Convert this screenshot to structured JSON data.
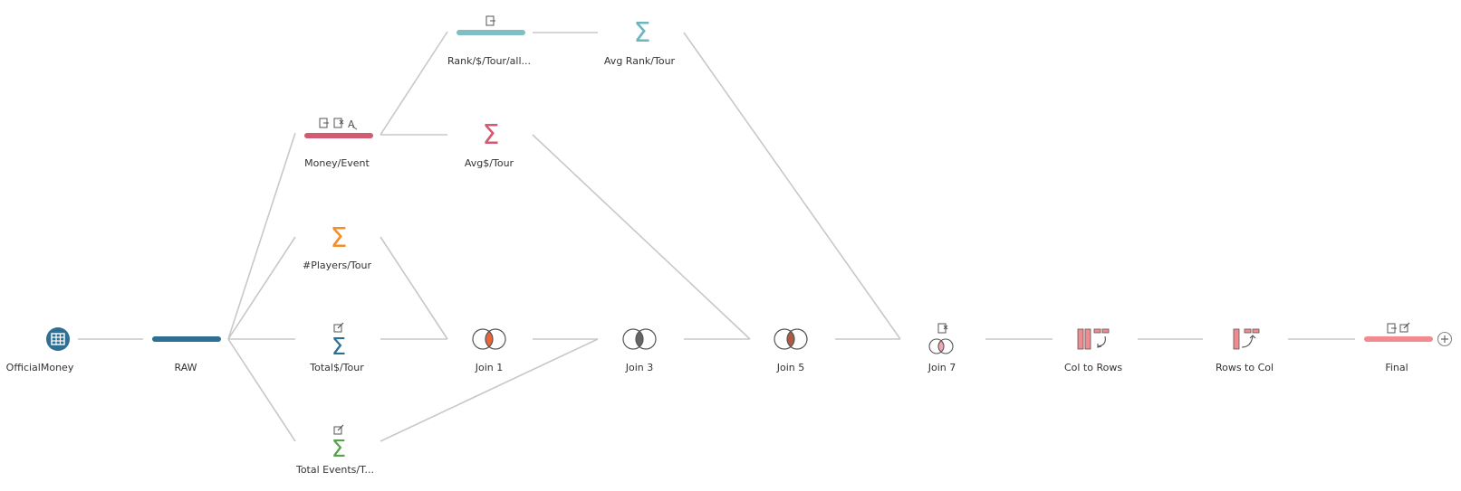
{
  "flow": {
    "nodes": [
      {
        "id": "officialmoney",
        "label": "OfficialMoney",
        "type": "input",
        "color": "#2e6f94"
      },
      {
        "id": "raw",
        "label": "RAW",
        "type": "clean",
        "color": "#2e6f94",
        "annotations": []
      },
      {
        "id": "money-event",
        "label": "Money/Event",
        "type": "clean",
        "color": "#d25a72",
        "annotations": [
          "filter-icon",
          "filter-remove-icon",
          "rename-icon"
        ]
      },
      {
        "id": "rank-tour",
        "label": "Rank/$/Tour/all...",
        "type": "clean",
        "color": "#7dbfc2",
        "annotations": [
          "filter-icon"
        ]
      },
      {
        "id": "avg-rank-tour",
        "label": "Avg Rank/Tour",
        "type": "aggregate",
        "color": "#6bb5c1"
      },
      {
        "id": "avg-money-tour",
        "label": "Avg$/Tour",
        "type": "aggregate",
        "color": "#d25a72"
      },
      {
        "id": "players-tour",
        "label": "#Players/Tour",
        "type": "aggregate",
        "color": "#f28e2b"
      },
      {
        "id": "total-money-tour",
        "label": "Total$/Tour",
        "type": "aggregate",
        "color": "#2e6f94",
        "annotations": [
          "edit-icon"
        ]
      },
      {
        "id": "total-events-tour",
        "label": "Total Events/T...",
        "type": "aggregate",
        "color": "#59a14f",
        "annotations": [
          "edit-icon"
        ]
      },
      {
        "id": "join1",
        "label": "Join 1",
        "type": "join",
        "color": "#e8663a"
      },
      {
        "id": "join3",
        "label": "Join 3",
        "type": "join",
        "color": "#666666"
      },
      {
        "id": "join5",
        "label": "Join 5",
        "type": "join",
        "color": "#b05a45"
      },
      {
        "id": "join7",
        "label": "Join 7",
        "type": "join",
        "color": "#f4a7ae",
        "annotations": [
          "filter-remove-icon"
        ]
      },
      {
        "id": "col-to-rows",
        "label": "Col to Rows",
        "type": "pivot",
        "color": "#f28b8f"
      },
      {
        "id": "rows-to-col",
        "label": "Rows to Col",
        "type": "pivot",
        "color": "#f28b8f"
      },
      {
        "id": "final",
        "label": "Final",
        "type": "clean",
        "color": "#f28b8f",
        "annotations": [
          "filter-icon",
          "edit-icon"
        ]
      }
    ],
    "add_step_icon": "plus-circle-icon"
  }
}
